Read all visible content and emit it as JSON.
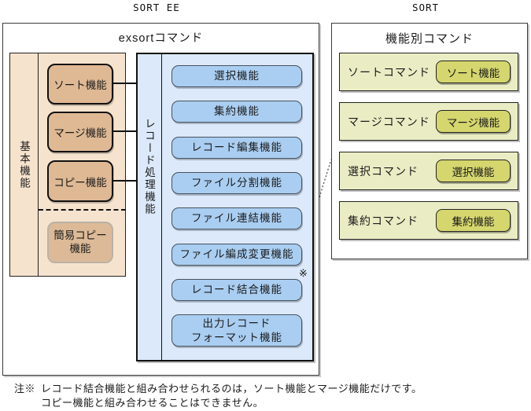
{
  "titles": {
    "sort_ee": "SORT EE",
    "sort": "SORT"
  },
  "exsort": {
    "title": "exsortコマンド",
    "basic": {
      "label": "基本機能",
      "sort": "ソート機能",
      "merge": "マージ機能",
      "copy": "コピー機能",
      "simple_copy": "簡易コピー\n機能"
    },
    "record": {
      "label": "レコード処理機能",
      "items": [
        "選択機能",
        "集約機能",
        "レコード編集機能",
        "ファイル分割機能",
        "ファイル連結機能",
        "ファイル編成変更機能",
        "レコード結合機能",
        "出力レコード\nフォーマット機能"
      ],
      "ref_mark": "※"
    }
  },
  "byfunc": {
    "title": "機能別コマンド",
    "rows": [
      {
        "command": "ソートコマンド",
        "function": "ソート機能"
      },
      {
        "command": "マージコマンド",
        "function": "マージ機能"
      },
      {
        "command": "選択コマンド",
        "function": "選択機能"
      },
      {
        "command": "集約コマンド",
        "function": "集約機能"
      }
    ]
  },
  "note": {
    "prefix": "注※",
    "line1": "レコード結合機能と組み合わせられるのは，ソート機能とマージ機能だけです。",
    "line2": "コピー機能と組み合わせることはできません。"
  },
  "colors": {
    "tan_panel": "#f6e3cd",
    "tan_box": "#dfb994",
    "blue_panel": "#dbe9fa",
    "blue_box": "#aacef2",
    "command_row": "#eaedc4",
    "function_badge": "#d5d66e"
  }
}
